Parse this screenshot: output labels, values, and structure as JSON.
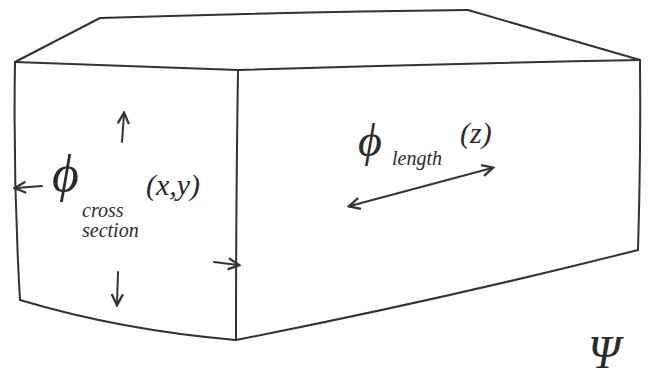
{
  "diagram": {
    "labels": [
      "ϕ",
      "cross section",
      "(x,y)",
      "ϕ",
      "length",
      "(z)",
      "Ψ"
    ]
  }
}
